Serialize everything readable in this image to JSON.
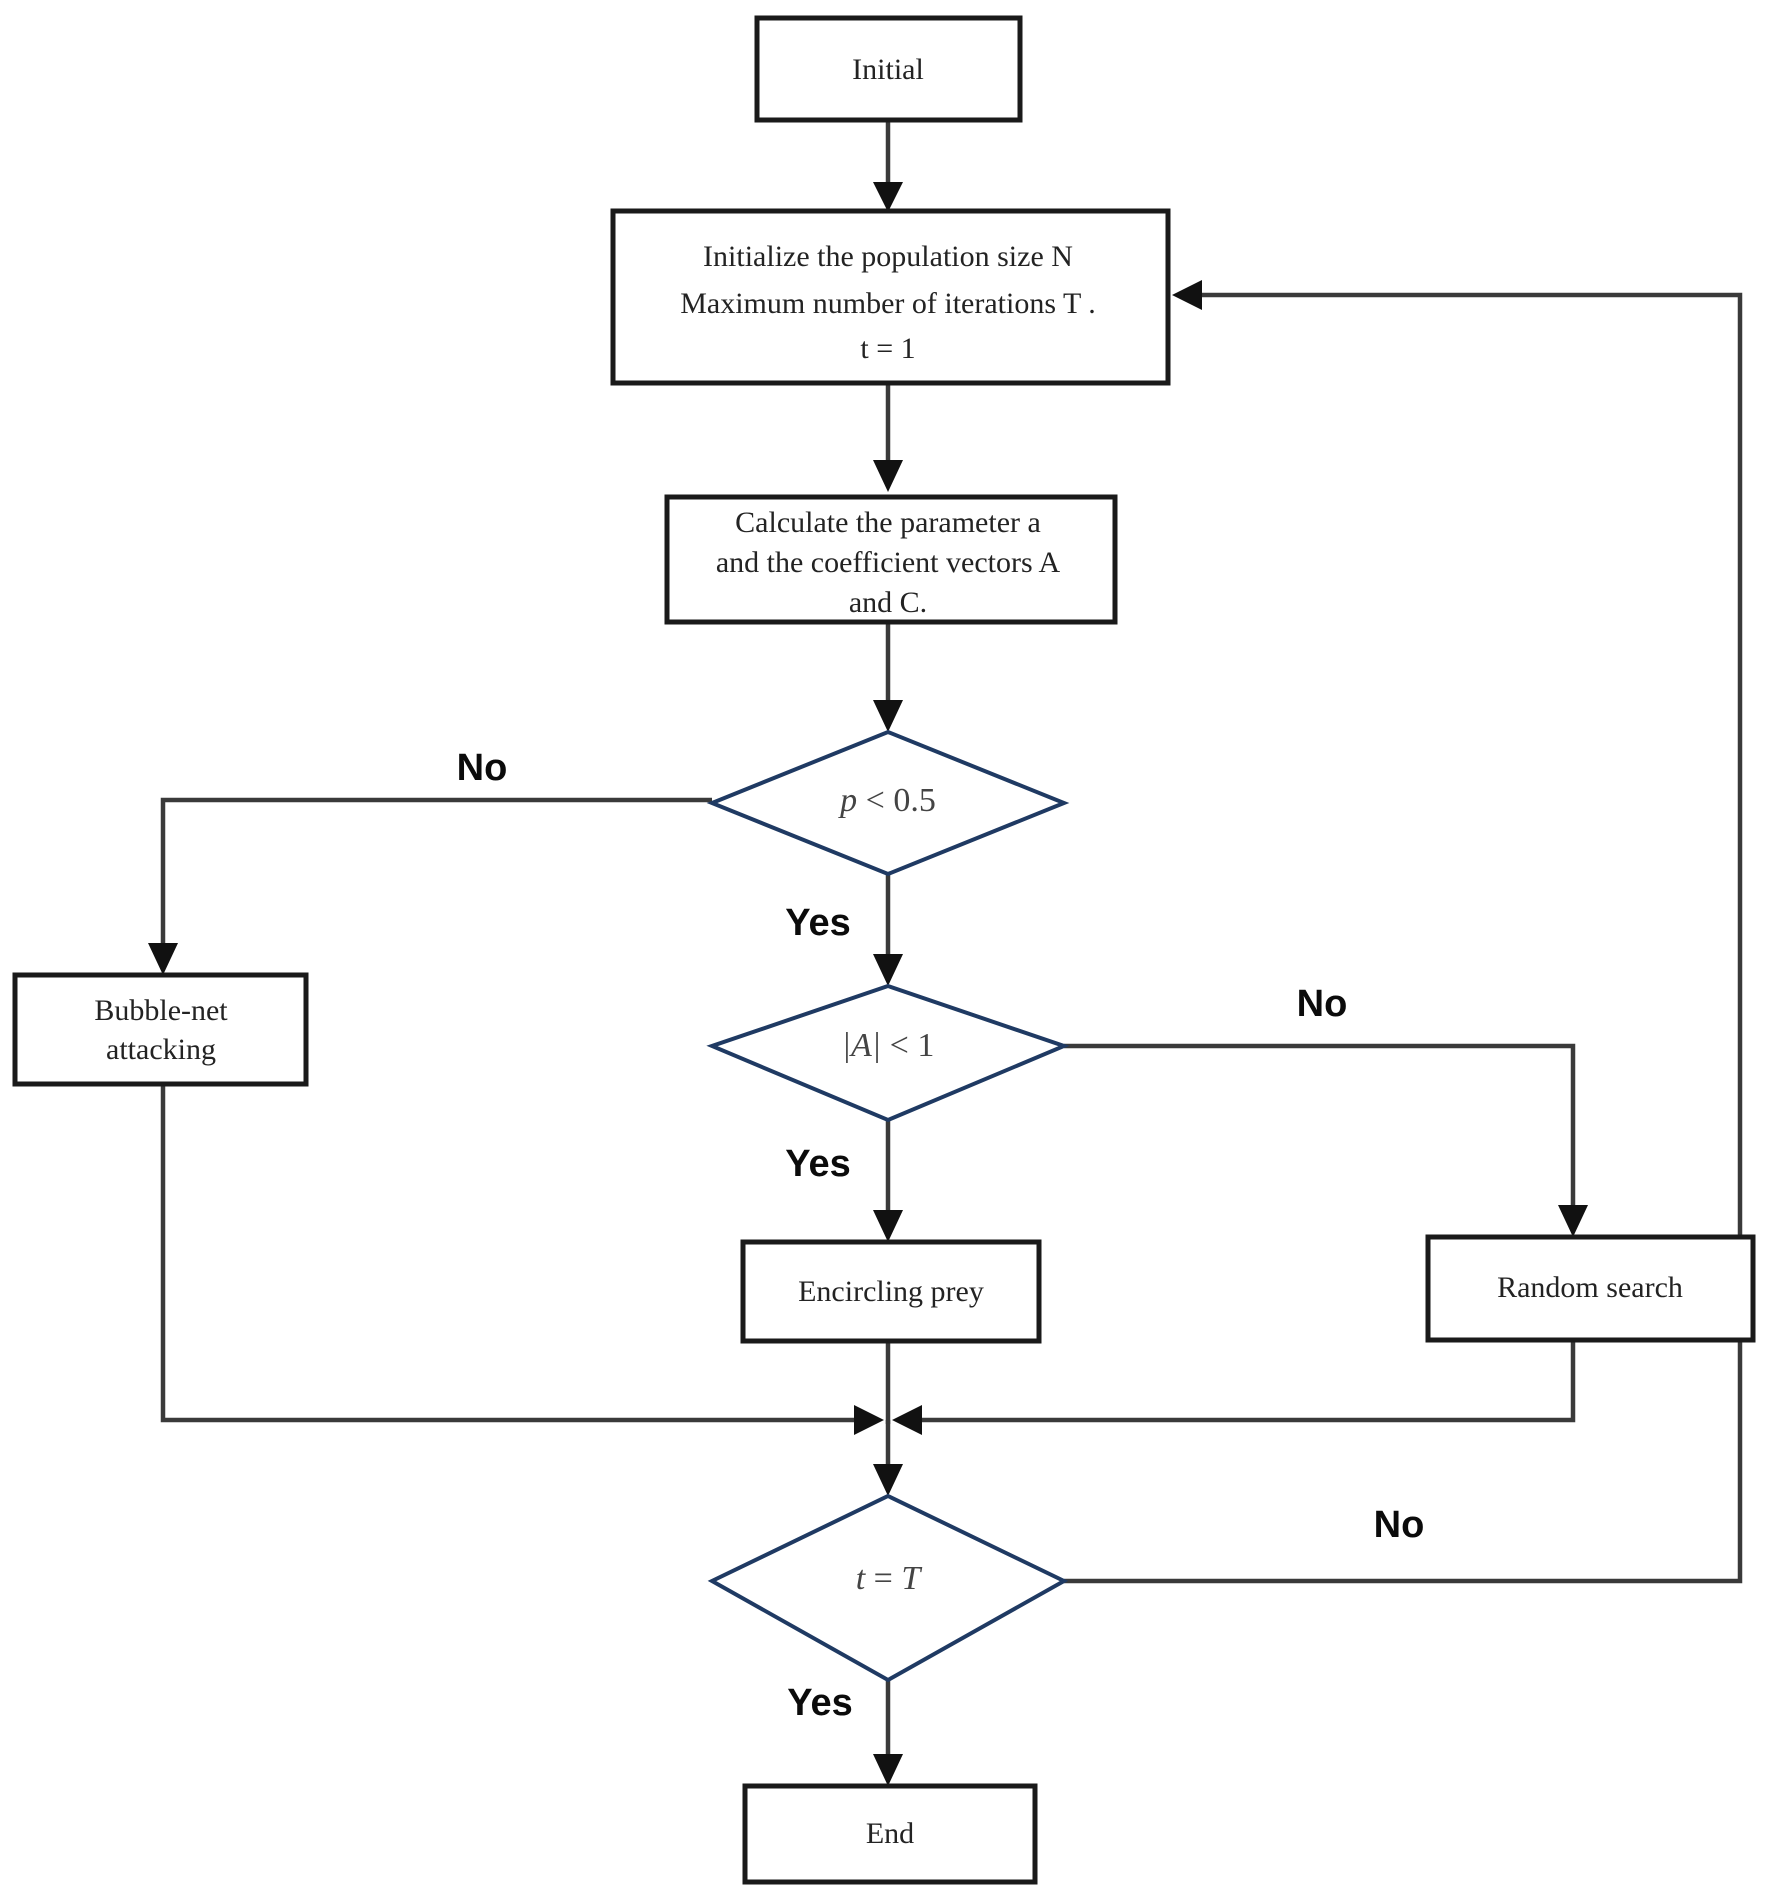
{
  "diagram": {
    "type": "flowchart",
    "title": "Whale Optimization Algorithm flowchart",
    "colors": {
      "process_border": "#1a1a1a",
      "decision_border": "#1f3a63",
      "connector": "#3a3a3a",
      "text": "#232323",
      "math_text": "#444444",
      "label_text": "#0b0b0b",
      "background": "#ffffff"
    },
    "nodes": {
      "initial": {
        "shape": "rectangle",
        "label": "Initial"
      },
      "init_params": {
        "shape": "rectangle",
        "line1": "Initialize the population size  N",
        "line2": "Maximum number of iterations  T .",
        "line3": "t = 1"
      },
      "calculate": {
        "shape": "rectangle",
        "line1_pre": "Calculate the parameter ",
        "line1_bold": "a",
        "line2": "and the coefficient vectors A",
        "line3": "and C."
      },
      "decision_p": {
        "shape": "diamond",
        "var": "p",
        "op": " < ",
        "value": "0.5"
      },
      "bubble_net": {
        "shape": "rectangle",
        "line1": "Bubble-net",
        "line2": "attacking"
      },
      "decision_a": {
        "shape": "diamond",
        "var": "|A|",
        "op": " < ",
        "value": "1"
      },
      "encircling": {
        "shape": "rectangle",
        "label": "Encircling prey"
      },
      "random_search": {
        "shape": "rectangle",
        "label": "Random search"
      },
      "decision_t": {
        "shape": "diamond",
        "var": "t",
        "op": " = ",
        "value": "T"
      },
      "end": {
        "shape": "rectangle",
        "label": "End"
      }
    },
    "branch_labels": {
      "p_no": "No",
      "p_yes": "Yes",
      "a_no": "No",
      "a_yes": "Yes",
      "t_no": "No",
      "t_yes": "Yes"
    },
    "edges": [
      {
        "from": "initial",
        "to": "init_params",
        "label": ""
      },
      {
        "from": "init_params",
        "to": "calculate",
        "label": ""
      },
      {
        "from": "calculate",
        "to": "decision_p",
        "label": ""
      },
      {
        "from": "decision_p",
        "to": "bubble_net",
        "label": "No"
      },
      {
        "from": "decision_p",
        "to": "decision_a",
        "label": "Yes"
      },
      {
        "from": "decision_a",
        "to": "random_search",
        "label": "No"
      },
      {
        "from": "decision_a",
        "to": "encircling",
        "label": "Yes"
      },
      {
        "from": "bubble_net",
        "to": "merge",
        "label": ""
      },
      {
        "from": "encircling",
        "to": "merge",
        "label": ""
      },
      {
        "from": "random_search",
        "to": "merge",
        "label": ""
      },
      {
        "from": "merge",
        "to": "decision_t",
        "label": ""
      },
      {
        "from": "decision_t",
        "to": "init_params",
        "label": "No"
      },
      {
        "from": "decision_t",
        "to": "end",
        "label": "Yes"
      }
    ]
  }
}
